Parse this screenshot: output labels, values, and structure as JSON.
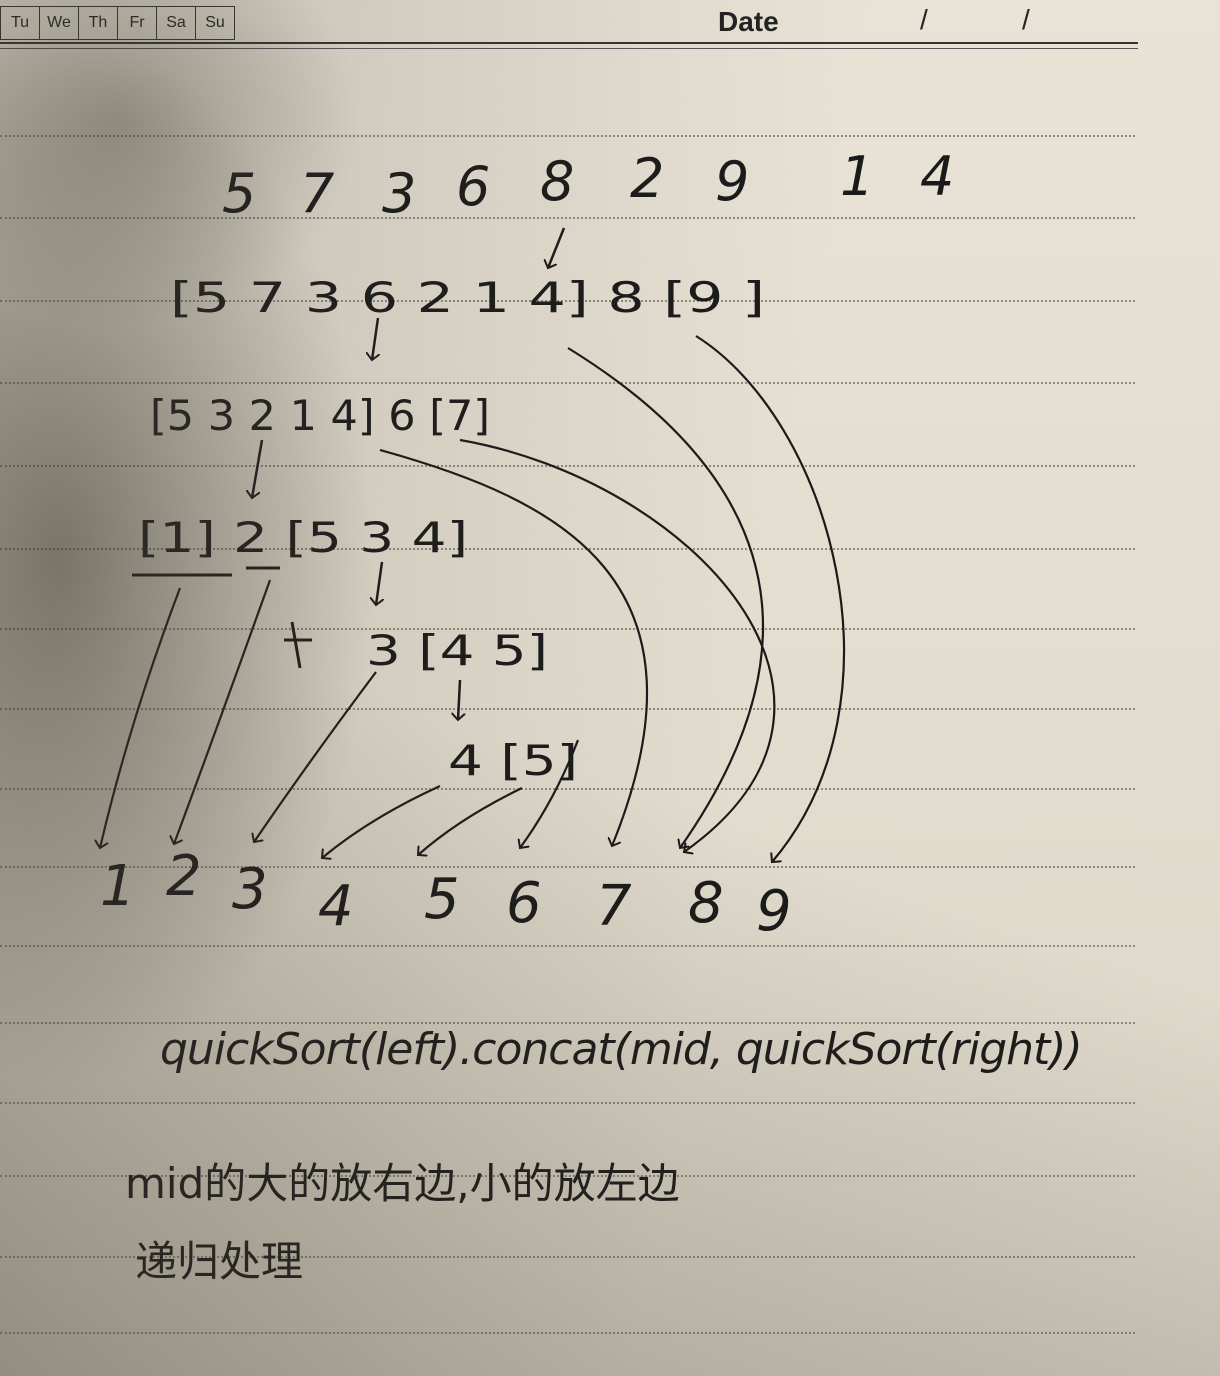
{
  "header": {
    "days": [
      "Tu",
      "We",
      "Th",
      "Fr",
      "Sa",
      "Su"
    ],
    "date_label": "Date",
    "date_separators": [
      "/",
      "/"
    ]
  },
  "quicksort_diagram": {
    "input_sequence": [
      "5",
      "7",
      "3",
      "6",
      "8",
      "2",
      "9",
      "1",
      "4"
    ],
    "step1": "[5 7 3 6 2 1 4] 8 [9 ]",
    "step2": "[5 3 2 1 4] 6 [7]",
    "step3": "[1] 2 [5 3 4]",
    "step4": "3 [4 5]",
    "step5": "4 [5]",
    "sorted_output": [
      "1",
      "2",
      "3",
      "4",
      "5",
      "6",
      "7",
      "8",
      "9"
    ]
  },
  "notes": {
    "code_line": "quickSort(left).concat(mid, quickSort(right))",
    "line2": "mid的大的放右边,小的放左边",
    "line3": "递归处理"
  }
}
